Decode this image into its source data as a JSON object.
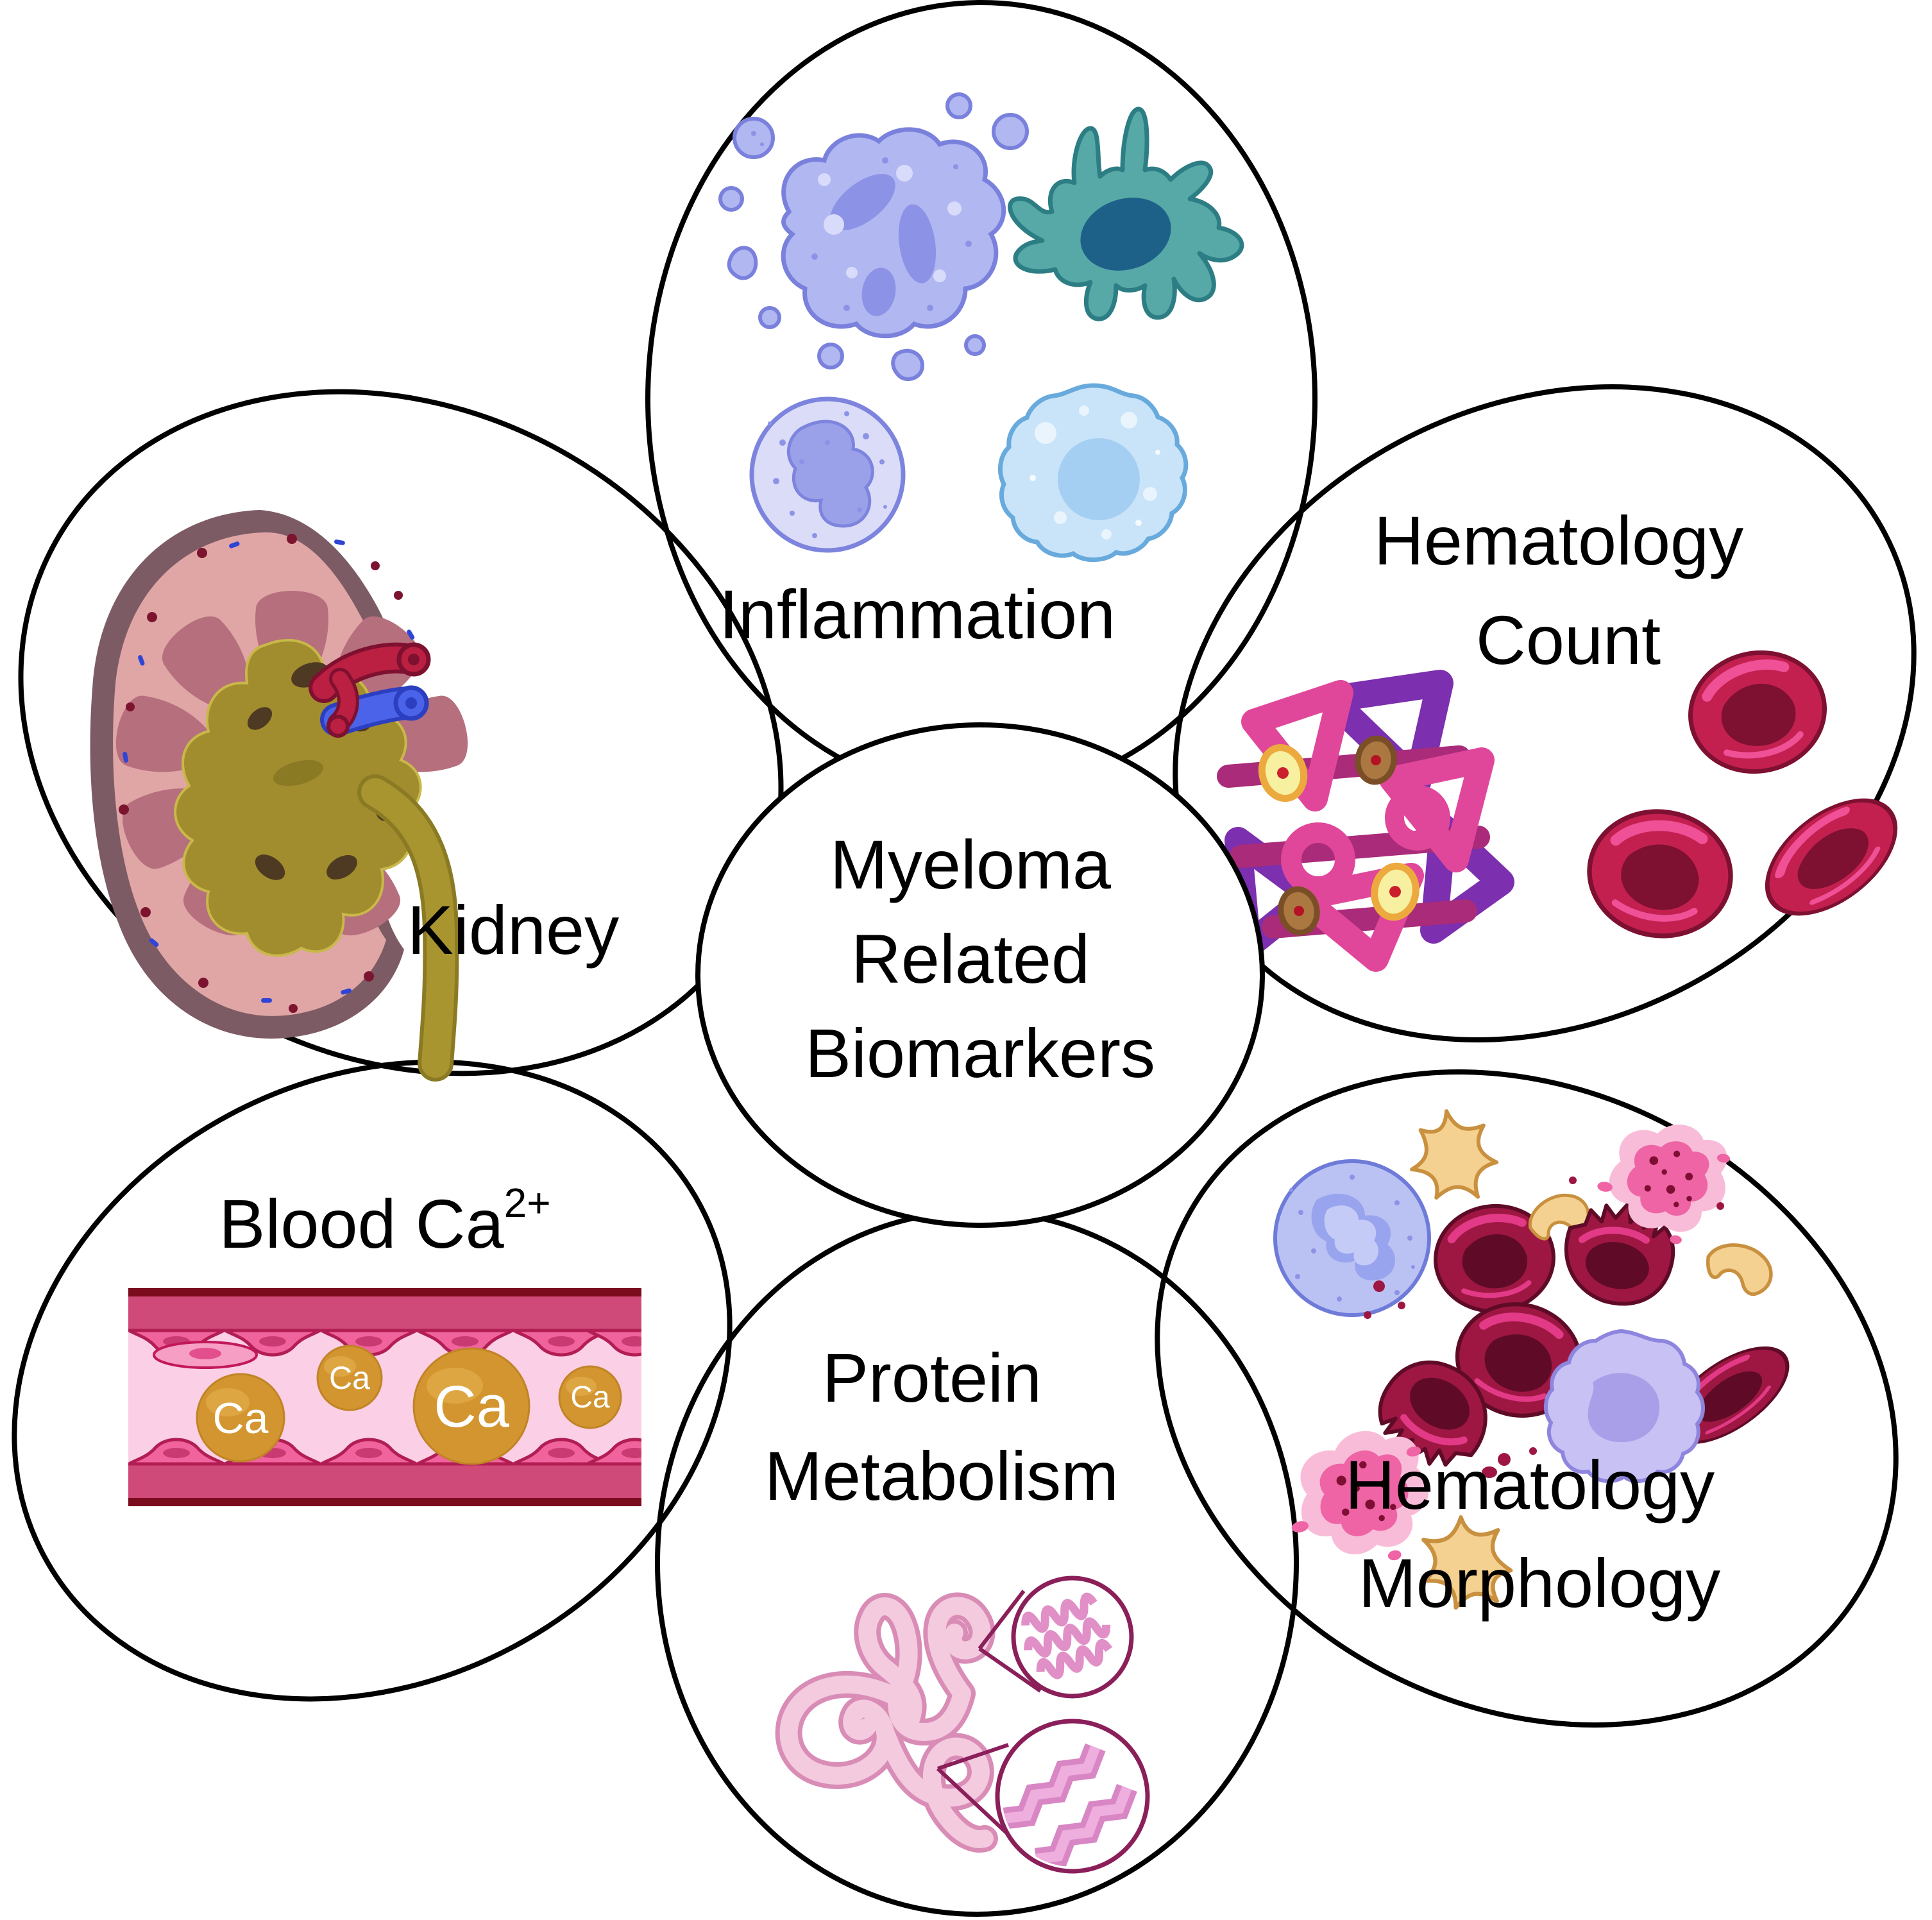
{
  "title": "Myeloma Related Biomarkers flower diagram",
  "center": {
    "lines": [
      "Myeloma",
      "Related",
      "Biomarkers"
    ]
  },
  "petals": {
    "inflammation": {
      "label": "Inflammation"
    },
    "hematology_count": {
      "line1": "Hematology",
      "line2": "Count"
    },
    "hematology_morphology": {
      "line1": "Hematology",
      "line2": "Morphology"
    },
    "protein_metabolism": {
      "line1": "Protein",
      "line2": "Metabolism"
    },
    "blood_calcium": {
      "label": "Blood Ca",
      "superscript": "2+",
      "ca_ions": [
        "Ca",
        "Ca",
        "Ca",
        "Ca"
      ]
    },
    "kidney": {
      "label": "Kidney"
    }
  },
  "colors": {
    "outline": "#000000",
    "background": "#ffffff",
    "cell_periwinkle": "#b1b7f0",
    "cell_periwinkle_nucleus": "#8c93e6",
    "cell_teal": "#57a9a7",
    "cell_teal_nucleus": "#1d6189",
    "cell_lightblue": "#c9e4f9",
    "rbc_crimson": "#c32050",
    "rbc_dark": "#9e1742",
    "fibrin_pink": "#e0479a",
    "fibrin_magenta": "#aa2b79",
    "fibrin_purple": "#7c2fae",
    "platelet_yellow": "#f7f0a0",
    "platelet_brown": "#aa7840",
    "platelet_tan": "#f4d191",
    "splat_pink": "#ee64a4",
    "calcium_gold": "#d2952f",
    "vessel_band_pink": "#cf4a78",
    "vessel_lumen": "#fbd0e6",
    "vessel_cell_pink": "#f0639d",
    "kidney_capsule": "#7d5b64",
    "kidney_cortex": "#e0a6a6",
    "kidney_pyramid": "#b66f7d",
    "kidney_pelvis": "#a28d2e",
    "artery_red": "#bb1f41",
    "vein_blue": "#4a63e8",
    "protein_noodle": "#f3cade",
    "magnifier_outline": "#8a1f5a"
  }
}
